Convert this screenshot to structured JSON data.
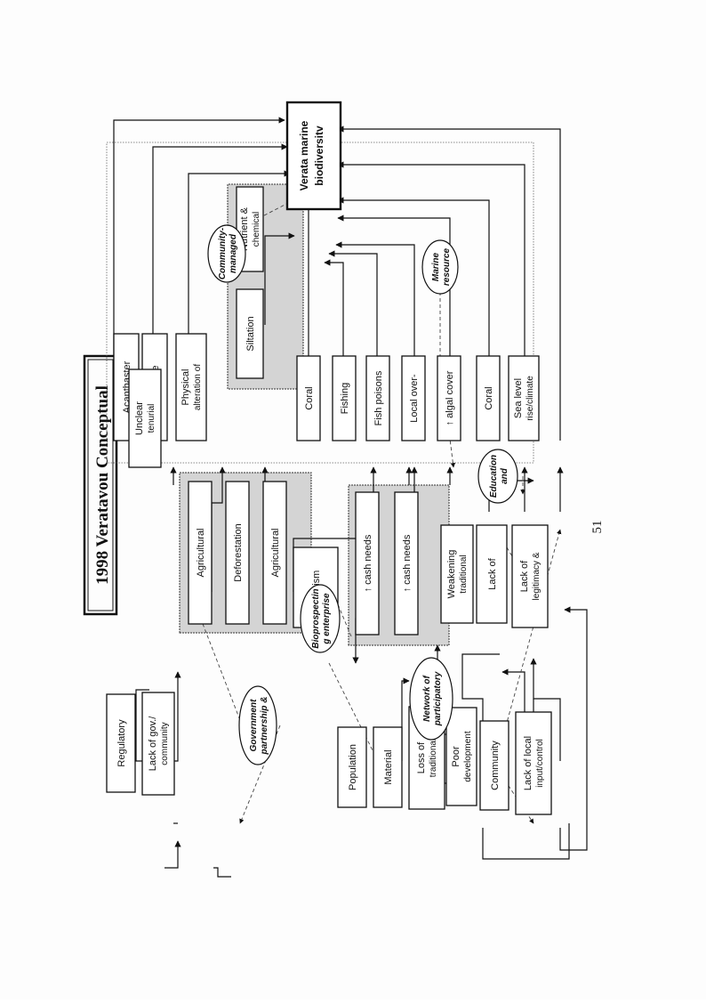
{
  "title": "1998 Veratavou Conceptual",
  "page_number": "51",
  "target": {
    "line1": "Verata marine",
    "line2": "biodiversitv"
  },
  "threat_boxes": [
    {
      "l1": "Acanthaster",
      "l2": ""
    },
    {
      "l1": "Mangrove",
      "l2": ""
    },
    {
      "l1": "Physical",
      "l2": "alteration of"
    },
    {
      "l1": "Siltation",
      "l2": ""
    },
    {
      "l1": "Nutrient &",
      "l2": "chemical"
    },
    {
      "l1": "Coral",
      "l2": ""
    },
    {
      "l1": "Fishing",
      "l2": ""
    },
    {
      "l1": "Fish poisons",
      "l2": ""
    },
    {
      "l1": "Local over-",
      "l2": ""
    },
    {
      "l1": "↑ algal cover",
      "l2": ""
    },
    {
      "l1": "Coral",
      "l2": ""
    },
    {
      "l1": "Sea level",
      "l2": "rise/climate"
    }
  ],
  "indirect_boxes": [
    {
      "l1": "Unclear",
      "l2": "tenurial"
    },
    {
      "l1": "Agricultural",
      "l2": ""
    },
    {
      "l1": "Deforestation",
      "l2": ""
    },
    {
      "l1": "Agricultural",
      "l2": ""
    },
    {
      "l1": "Tourism",
      "l2": ""
    },
    {
      "l1": "↑ cash needs",
      "l2": ""
    },
    {
      "l1": "↑ cash needs",
      "l2": ""
    },
    {
      "l1": "Weakening",
      "l2": "traditional"
    },
    {
      "l1": "Lack of",
      "l2": ""
    },
    {
      "l1": "Lack of",
      "l2": "legitimacy &"
    }
  ],
  "root_boxes": [
    {
      "l1": "Regulatory",
      "l2": ""
    },
    {
      "l1": "Lack of gov./",
      "l2": "community"
    },
    {
      "l1": "Population",
      "l2": ""
    },
    {
      "l1": "Material",
      "l2": ""
    },
    {
      "l1": "Loss of",
      "l2": "traditional"
    },
    {
      "l1": "Poor",
      "l2": "development"
    },
    {
      "l1": "Community",
      "l2": ""
    },
    {
      "l1": "Lack of local",
      "l2": "input/control"
    }
  ],
  "interventions": [
    {
      "l1": "Community-",
      "l2": "managed"
    },
    {
      "l1": "Marine",
      "l2": "resource"
    },
    {
      "l1": "Education",
      "l2": "and"
    },
    {
      "l1": "Bioprospectin",
      "l2": "g enterprise"
    },
    {
      "l1": "Network of",
      "l2": "participatory"
    },
    {
      "l1": "Government",
      "l2": "partnership &"
    }
  ]
}
